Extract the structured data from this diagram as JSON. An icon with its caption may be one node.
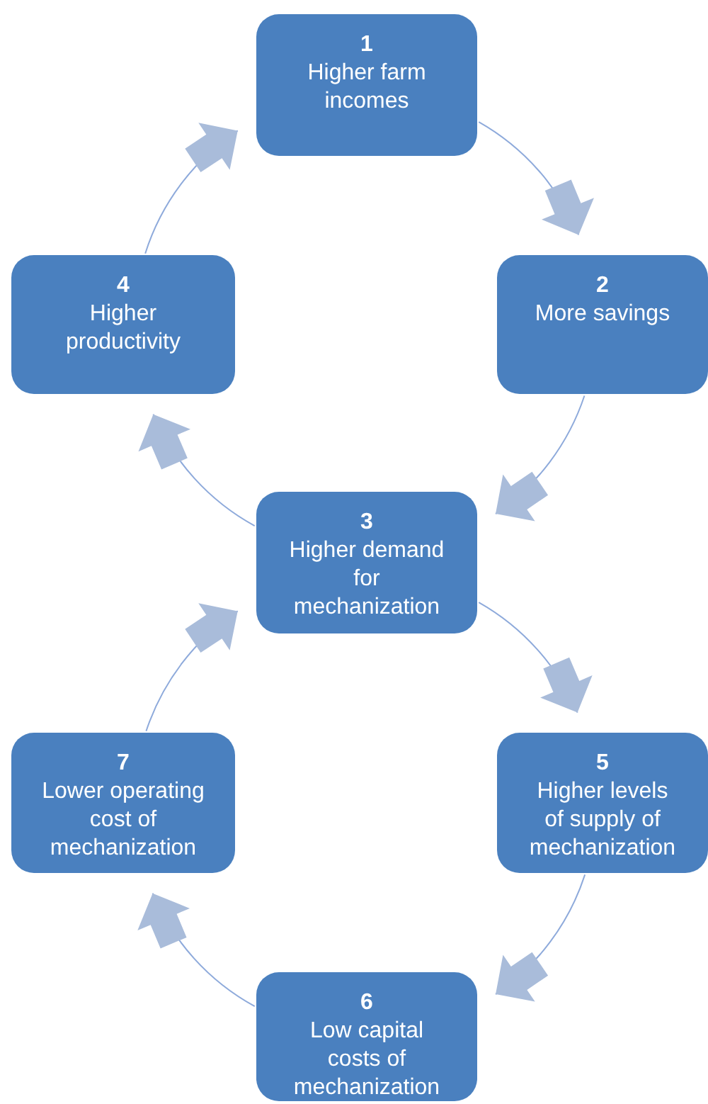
{
  "diagram": {
    "nodes": [
      {
        "text": [
          "1",
          "Higher farm incomes"
        ]
      },
      {
        "text": [
          "2",
          "More savings"
        ]
      },
      {
        "text": [
          "3",
          "Higher demand for mechanization"
        ]
      },
      {
        "text": [
          "4",
          "Higher productivity"
        ]
      },
      {
        "text": [
          "5",
          "Higher levels of supply of mechanization"
        ]
      },
      {
        "text": [
          "6",
          "Low capital costs of mechanization"
        ]
      },
      {
        "text": [
          "7",
          "Lower operating cost of mechanization"
        ]
      }
    ],
    "edges": [
      {
        "from": 0,
        "to": 1,
        "arrow": "to"
      },
      {
        "from": 1,
        "to": 2,
        "arrow": "to"
      },
      {
        "from": 2,
        "to": 3,
        "arrow": "to"
      },
      {
        "from": 3,
        "to": 0,
        "arrow": "to"
      },
      {
        "from": 2,
        "to": 4,
        "arrow": "to"
      },
      {
        "from": 4,
        "to": 5,
        "arrow": "to"
      },
      {
        "from": 5,
        "to": 6,
        "arrow": "to"
      },
      {
        "from": 6,
        "to": 2,
        "arrow": "to"
      }
    ]
  }
}
